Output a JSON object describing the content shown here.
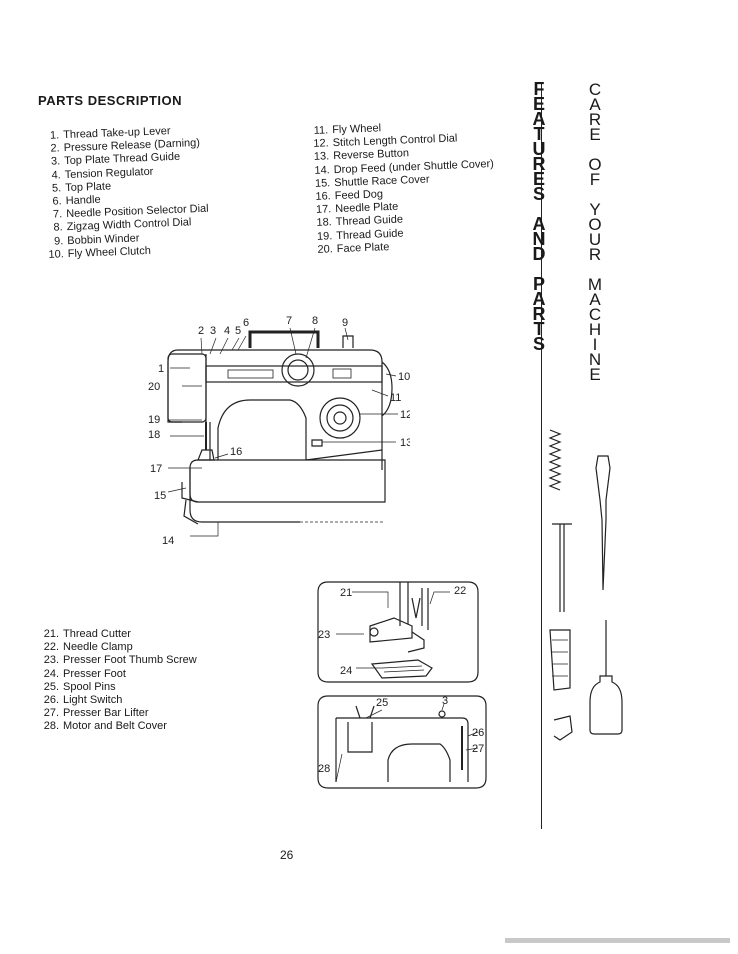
{
  "heading": "PARTS DESCRIPTION",
  "parts_col1": [
    {
      "num": "1.",
      "label": "Thread Take-up Lever"
    },
    {
      "num": "2.",
      "label": "Pressure Release (Darning)"
    },
    {
      "num": "3.",
      "label": "Top Plate Thread Guide"
    },
    {
      "num": "4.",
      "label": "Tension Regulator"
    },
    {
      "num": "5.",
      "label": "Top Plate"
    },
    {
      "num": "6.",
      "label": "Handle"
    },
    {
      "num": "7.",
      "label": "Needle Position Selector Dial"
    },
    {
      "num": "8.",
      "label": "Zigzag Width Control Dial"
    },
    {
      "num": "9.",
      "label": "Bobbin Winder"
    },
    {
      "num": "10.",
      "label": "Fly Wheel Clutch"
    }
  ],
  "parts_col2": [
    {
      "num": "11.",
      "label": "Fly Wheel"
    },
    {
      "num": "12.",
      "label": "Stitch Length Control Dial"
    },
    {
      "num": "13.",
      "label": "Reverse Button"
    },
    {
      "num": "14.",
      "label": "Drop Feed (under Shuttle Cover)"
    },
    {
      "num": "15.",
      "label": "Shuttle Race Cover"
    },
    {
      "num": "16.",
      "label": "Feed Dog"
    },
    {
      "num": "17.",
      "label": "Needle Plate"
    },
    {
      "num": "18.",
      "label": "Thread Guide"
    },
    {
      "num": "19.",
      "label": "Thread Guide"
    },
    {
      "num": "20.",
      "label": "Face Plate"
    }
  ],
  "parts_col3": [
    {
      "num": "21.",
      "label": "Thread Cutter"
    },
    {
      "num": "22.",
      "label": "Needle Clamp"
    },
    {
      "num": "23.",
      "label": "Presser Foot Thumb Screw"
    },
    {
      "num": "24.",
      "label": "Presser Foot"
    },
    {
      "num": "25.",
      "label": "Spool Pins"
    },
    {
      "num": "26.",
      "label": "Light Switch"
    },
    {
      "num": "27.",
      "label": "Presser Bar Lifter"
    },
    {
      "num": "28.",
      "label": "Motor and Belt Cover"
    }
  ],
  "machine_callouts": {
    "c1": "1",
    "c2": "2",
    "c3": "3",
    "c4": "4",
    "c5": "5",
    "c6": "6",
    "c7": "7",
    "c8": "8",
    "c9": "9",
    "c10": "10",
    "c11": "11",
    "c12": "12",
    "c13": "13",
    "c14": "14",
    "c15": "15",
    "c16": "16",
    "c17": "17",
    "c18": "18",
    "c19": "19",
    "c20": "20"
  },
  "detail_callouts": {
    "c21": "21",
    "c22": "22",
    "c23": "23",
    "c24": "24"
  },
  "rear_callouts": {
    "c25": "25",
    "c3": "3",
    "c26": "26",
    "c27": "27",
    "c28": "28"
  },
  "side_title_left": [
    "F",
    "E",
    "A",
    "T",
    "U",
    "R",
    "E",
    "S",
    "",
    "A",
    "N",
    "D",
    "",
    "P",
    "A",
    "R",
    "T",
    "S"
  ],
  "side_title_right": [
    "C",
    "A",
    "R",
    "E",
    "",
    "O",
    "F",
    "",
    "Y",
    "O",
    "U",
    "R",
    "",
    "M",
    "A",
    "C",
    "H",
    "I",
    "N",
    "E"
  ],
  "page_number": "26"
}
